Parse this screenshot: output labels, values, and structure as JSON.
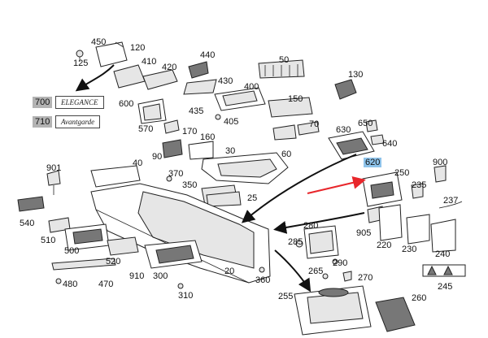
{
  "diagram": {
    "highlight_color": "#8ec3ea",
    "arrow_color": "#e8262b",
    "labels": [
      "450",
      "120",
      "125",
      "410",
      "420",
      "440",
      "50",
      "430",
      "400",
      "130",
      "600",
      "435",
      "405",
      "150",
      "570",
      "170",
      "650",
      "630",
      "60",
      "70",
      "640",
      "90",
      "160",
      "30",
      "900",
      "901",
      "40",
      "370",
      "620",
      "250",
      "350",
      "235",
      "237",
      "25",
      "540",
      "280",
      "905",
      "510",
      "500",
      "285",
      "220",
      "230",
      "520",
      "910",
      "300",
      "290",
      "240",
      "20",
      "270",
      "265",
      "470",
      "480",
      "360",
      "310",
      "245",
      "255",
      "260",
      "700",
      "710"
    ],
    "badges": {
      "elegance": "ELEGANCE",
      "avantgarde": "Avantgarde"
    }
  }
}
